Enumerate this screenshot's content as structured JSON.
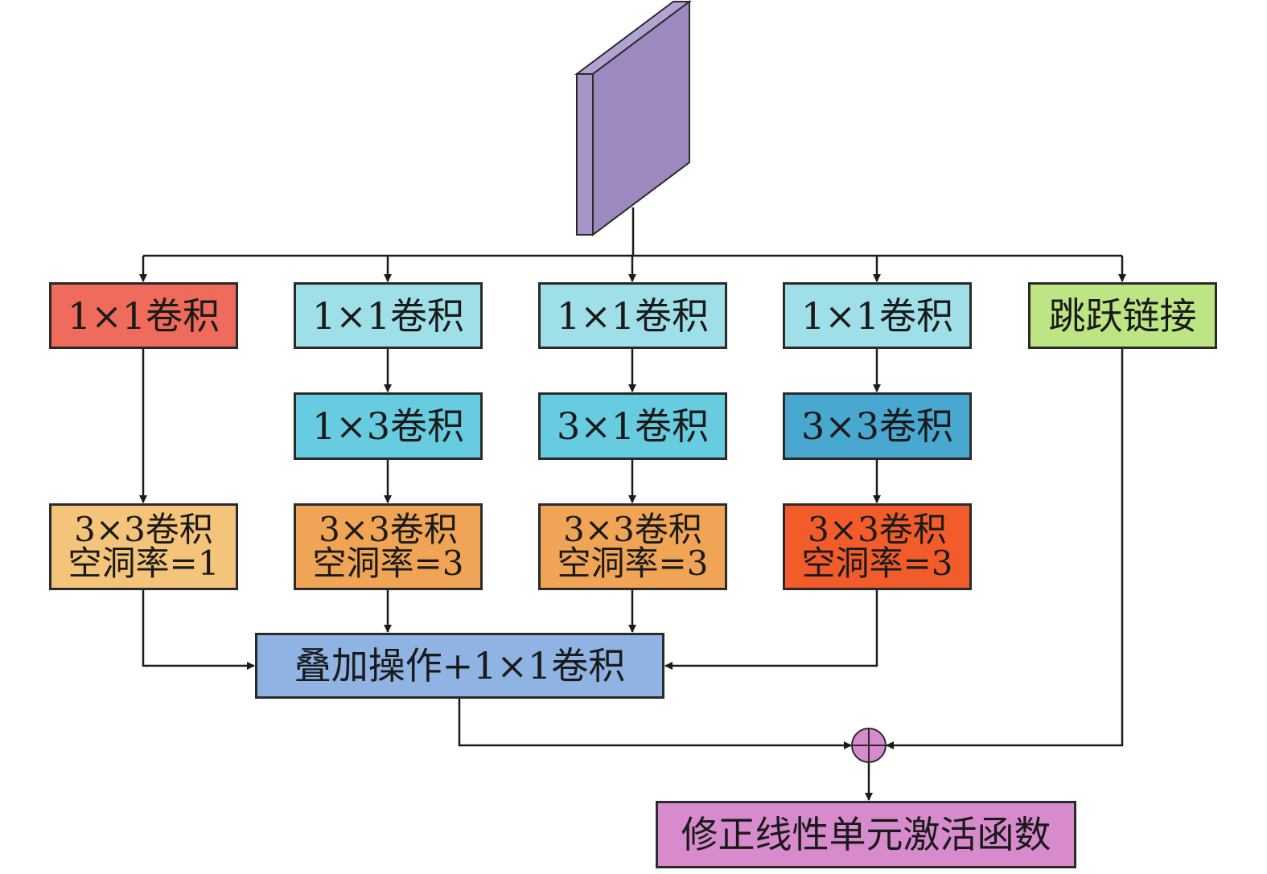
{
  "diagram": {
    "input": {
      "label": "",
      "shape": "feature-map-slab",
      "color": "#9d89bf"
    },
    "branches": [
      {
        "id": "branch-1",
        "steps": [
          {
            "lines": [
              "1×1卷积"
            ],
            "color": "#ef6b5b"
          },
          {
            "lines": [
              "3×3卷积",
              "空洞率=1"
            ],
            "color": "#f3c47a"
          }
        ]
      },
      {
        "id": "branch-2",
        "steps": [
          {
            "lines": [
              "1×1卷积"
            ],
            "color": "#9fdfe8"
          },
          {
            "lines": [
              "1×3卷积"
            ],
            "color": "#67cce0"
          },
          {
            "lines": [
              "3×3卷积",
              "空洞率=3"
            ],
            "color": "#f0a455"
          }
        ]
      },
      {
        "id": "branch-3",
        "steps": [
          {
            "lines": [
              "1×1卷积"
            ],
            "color": "#9fdfe8"
          },
          {
            "lines": [
              "3×1卷积"
            ],
            "color": "#67cce0"
          },
          {
            "lines": [
              "3×3卷积",
              "空洞率=3"
            ],
            "color": "#f0a455"
          }
        ]
      },
      {
        "id": "branch-4",
        "steps": [
          {
            "lines": [
              "1×1卷积"
            ],
            "color": "#9fdfe8"
          },
          {
            "lines": [
              "3×3卷积"
            ],
            "color": "#48a8cf"
          },
          {
            "lines": [
              "3×3卷积",
              "空洞率=3"
            ],
            "color": "#f25c2b"
          }
        ]
      },
      {
        "id": "skip",
        "steps": [
          {
            "lines": [
              "跳跃链接"
            ],
            "color": "#bde584"
          }
        ]
      }
    ],
    "concat": {
      "label": "叠加操作+1×1卷积",
      "color": "#8fb4e3"
    },
    "add_node": {
      "symbol": "⊕",
      "color": "#d78bcc"
    },
    "activation": {
      "label": "修正线性单元激活函数",
      "color": "#d78bcc"
    },
    "line_color": "#1a1a1a"
  }
}
